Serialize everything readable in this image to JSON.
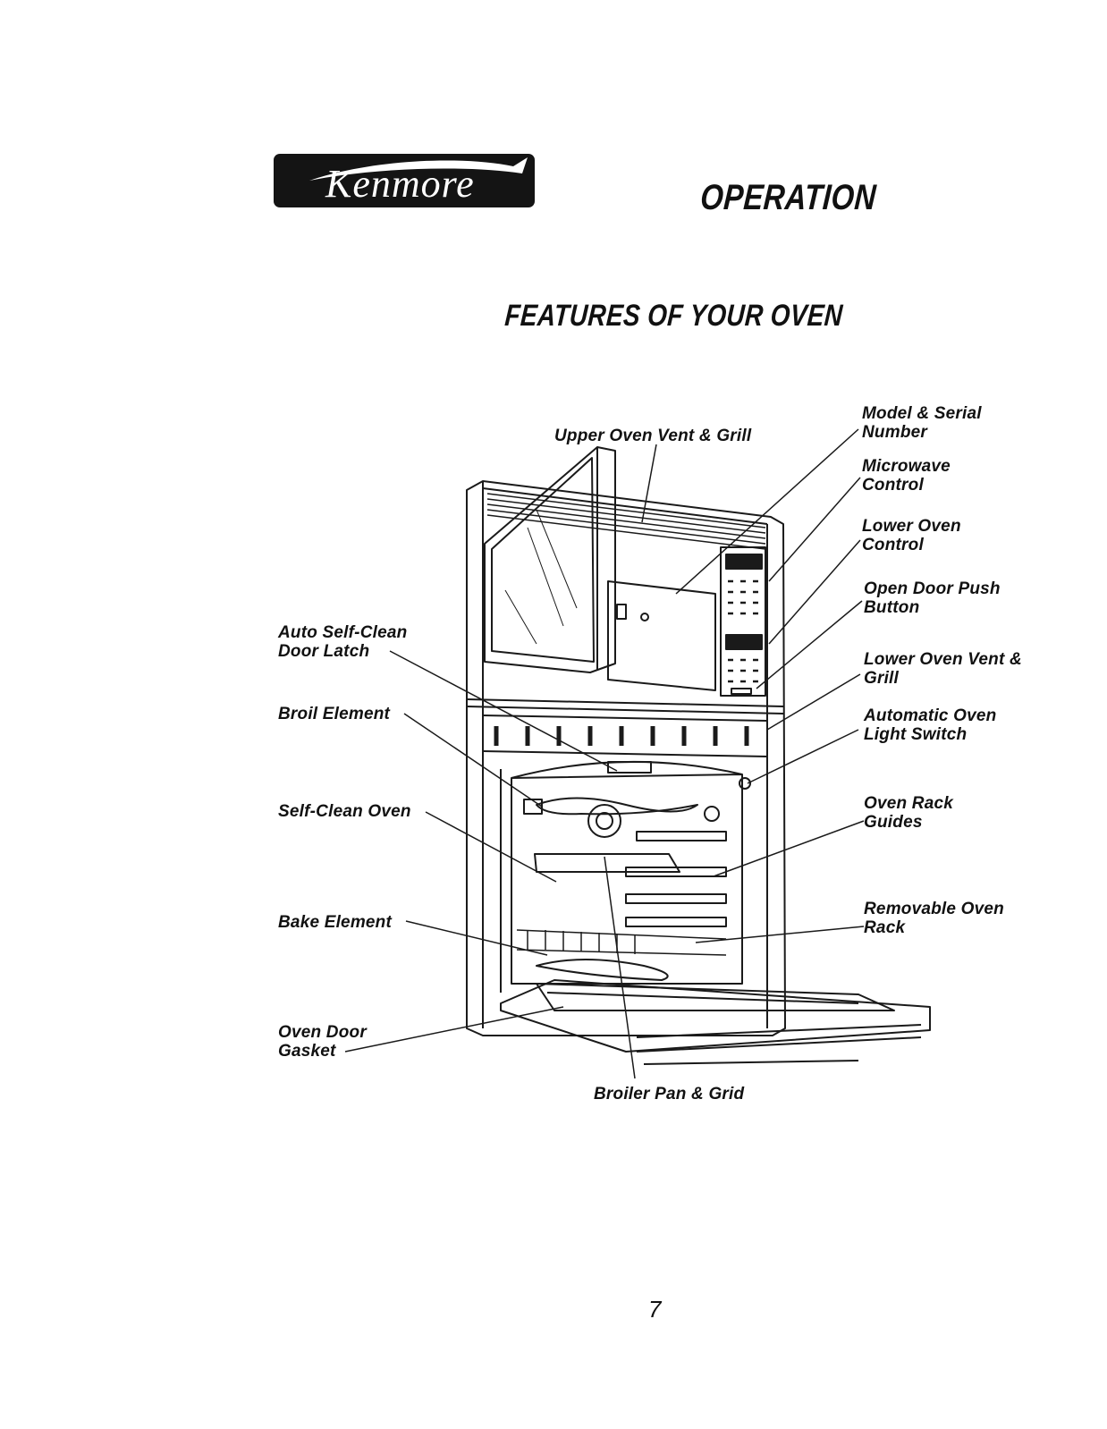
{
  "header": {
    "brand": "Kenmore",
    "section_title": "OPERATION"
  },
  "page_title": "FEATURES OF YOUR OVEN",
  "labels": {
    "upper_oven_vent": "Upper Oven Vent & Grill",
    "model_serial": "Model & Serial\nNumber",
    "microwave_control": "Microwave\nControl",
    "lower_oven_control": "Lower Oven\nControl",
    "open_door_push_button": "Open Door Push\nButton",
    "lower_oven_vent": "Lower Oven Vent &\nGrill",
    "automatic_light_switch": "Automatic Oven\nLight Switch",
    "oven_rack_guides": "Oven Rack\nGuides",
    "removable_oven_rack": "Removable Oven\nRack",
    "auto_self_clean_latch": "Auto Self-Clean\nDoor Latch",
    "broil_element": "Broil Element",
    "self_clean_oven": "Self-Clean Oven",
    "bake_element": "Bake Element",
    "oven_door_gasket": "Oven Door\nGasket",
    "broiler_pan_grid": "Broiler Pan & Grid"
  },
  "page_number": "7"
}
